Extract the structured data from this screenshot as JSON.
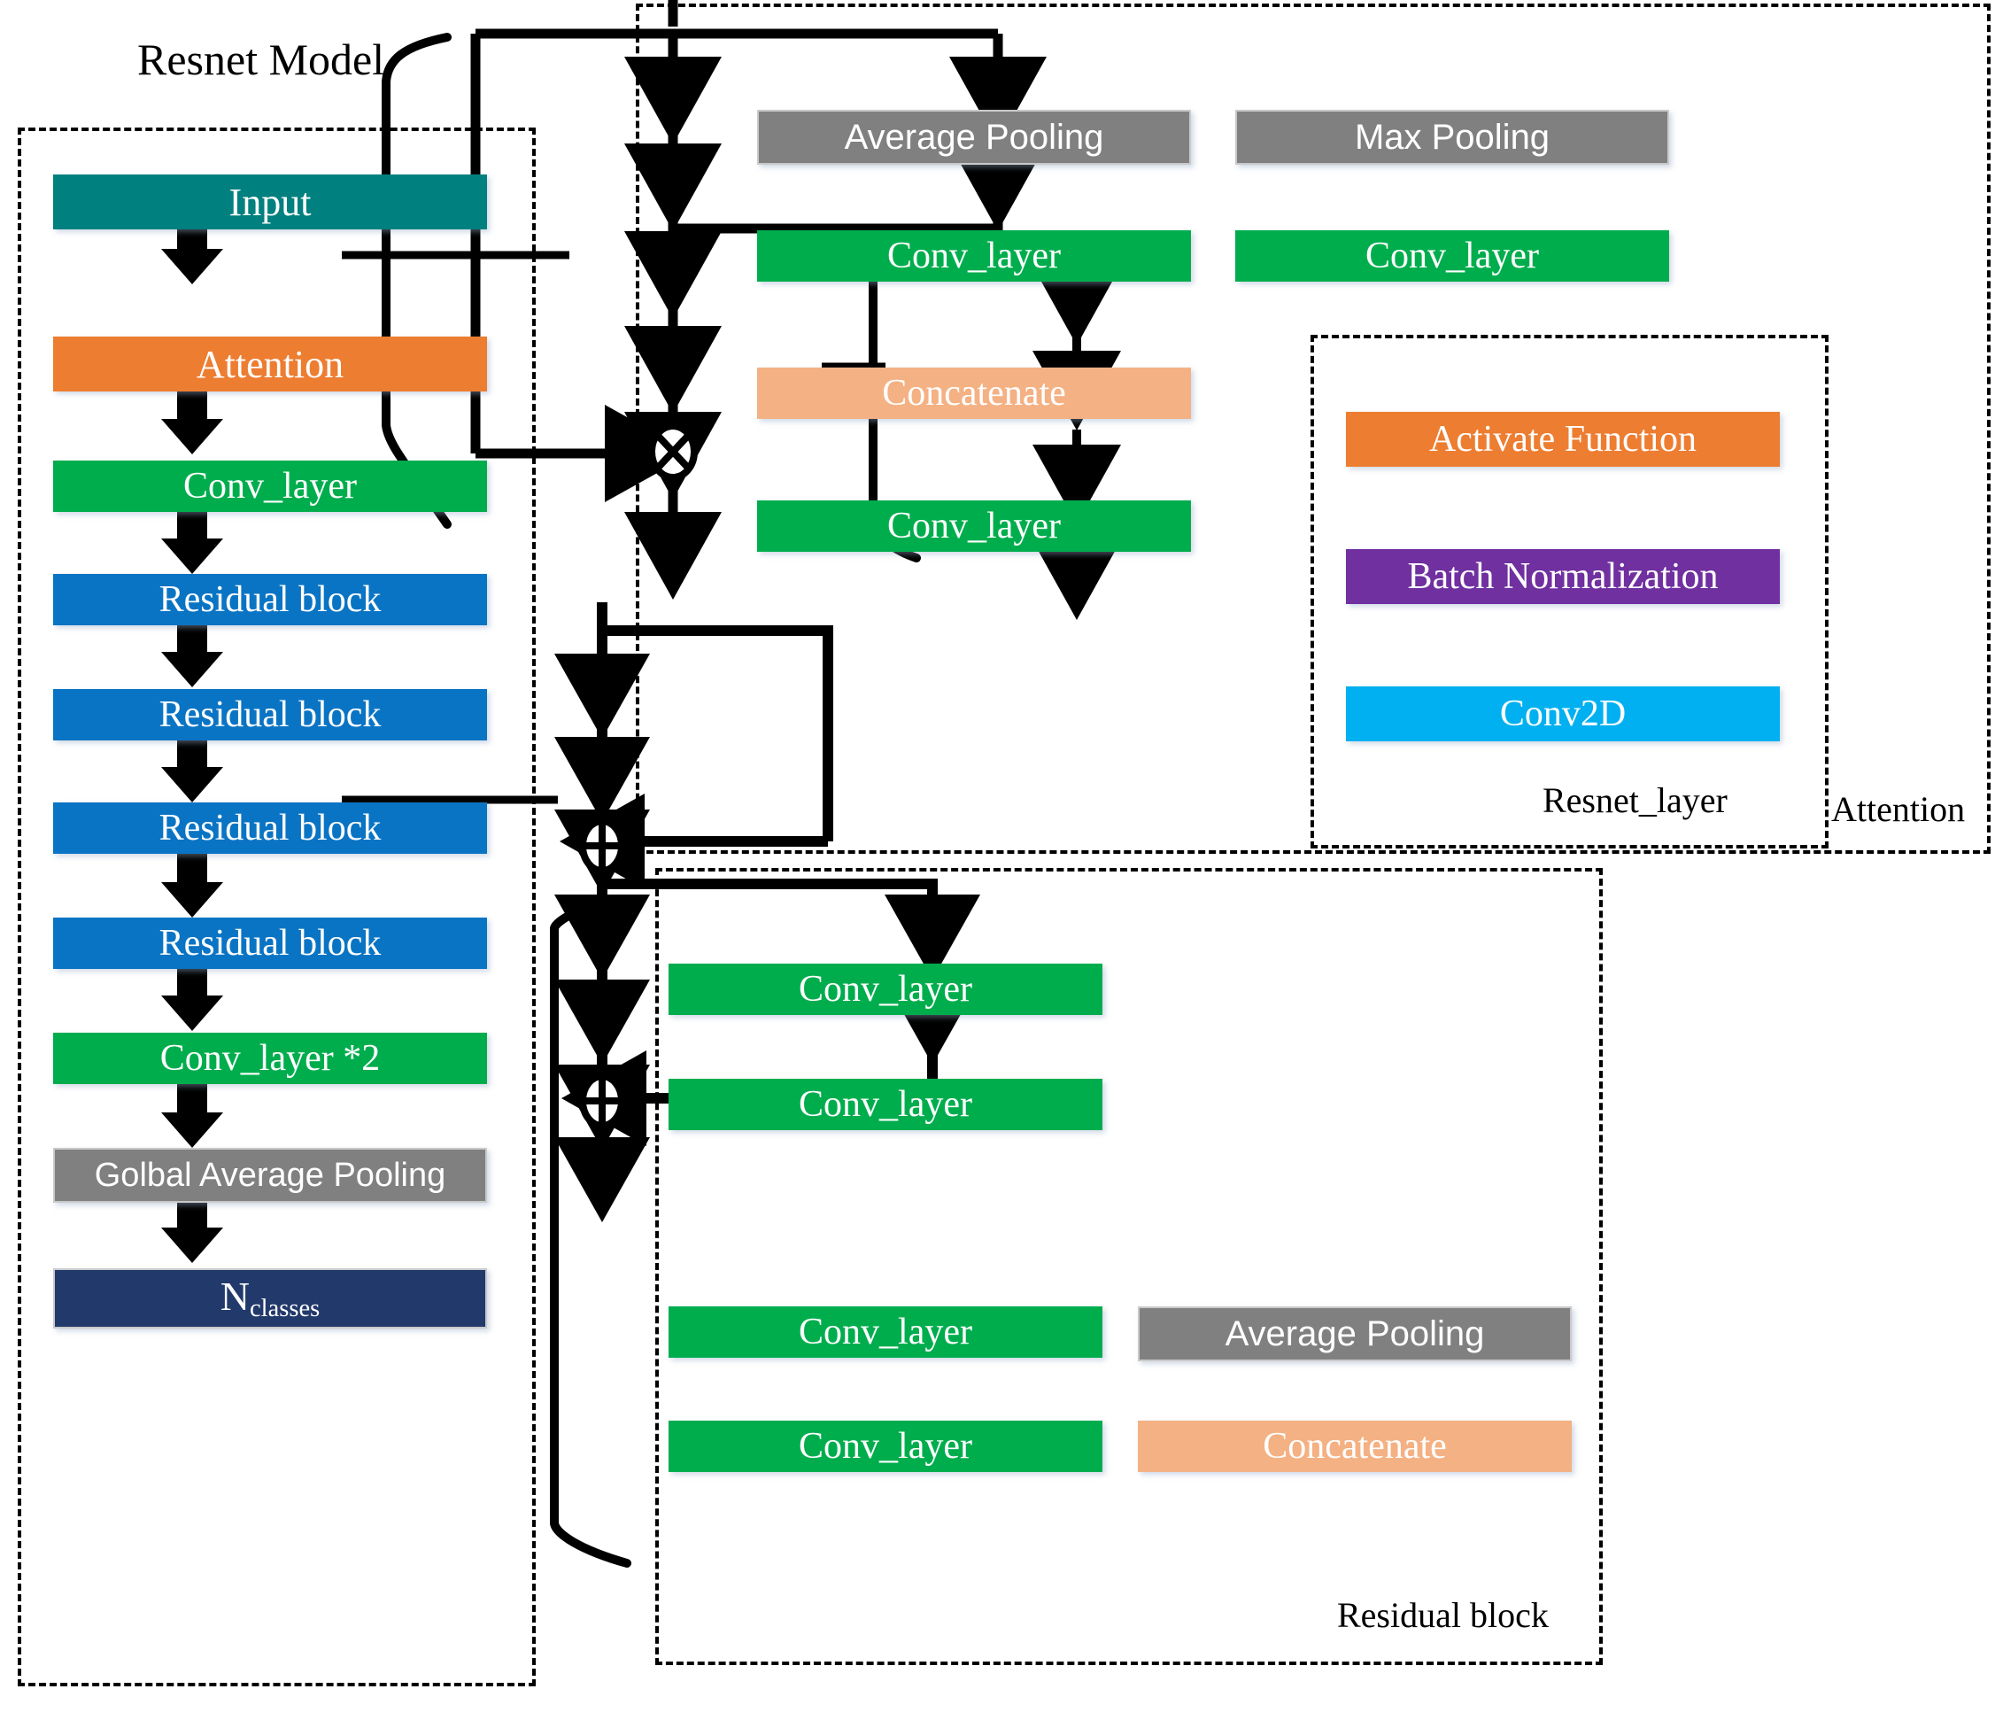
{
  "diagram": {
    "title_left": "Resnet Model",
    "containers": [
      {
        "name": "resnet-model",
        "label": "Resnet Model",
        "label_pos": "top"
      },
      {
        "name": "attention",
        "label": "Attention",
        "label_pos": "bottom-right"
      },
      {
        "name": "resnet-layer",
        "label": "Resnet_layer",
        "label_pos": "bottom-right"
      },
      {
        "name": "residual-block",
        "label": "Residual block",
        "label_pos": "bottom-right"
      }
    ],
    "resnet_model": {
      "container_label": "Resnet Model",
      "nodes": [
        {
          "id": "input",
          "label": "Input",
          "color": "#00807f",
          "type": "teal"
        },
        {
          "id": "attention",
          "label": "Attention",
          "color": "#ed7d31",
          "type": "orange"
        },
        {
          "id": "conv1",
          "label": "Conv_layer",
          "color": "#00ad4d",
          "type": "green"
        },
        {
          "id": "res1",
          "label": "Residual block",
          "color": "#0a74c4",
          "type": "blue"
        },
        {
          "id": "res2",
          "label": "Residual block",
          "color": "#0a74c4",
          "type": "blue"
        },
        {
          "id": "res3",
          "label": "Residual block",
          "color": "#0a74c4",
          "type": "blue"
        },
        {
          "id": "res4",
          "label": "Residual block",
          "color": "#0a74c4",
          "type": "blue"
        },
        {
          "id": "conv2",
          "label": "Conv_layer *2",
          "color": "#00ad4d",
          "type": "green"
        },
        {
          "id": "gap",
          "label": "Golbal Average Pooling",
          "color": "#808080",
          "type": "gray"
        },
        {
          "id": "nclasses",
          "label_main": "N",
          "label_sub": "classes",
          "color": "#22396b",
          "type": "navy"
        }
      ]
    },
    "attention_module": {
      "container_label": "Attention",
      "nodes": [
        {
          "id": "avgpool",
          "label": "Average Pooling",
          "color": "#808080",
          "type": "gray"
        },
        {
          "id": "maxpool",
          "label": "Max Pooling",
          "color": "#808080",
          "type": "gray"
        },
        {
          "id": "conv_a",
          "label": "Conv_layer",
          "color": "#00ad4d",
          "type": "green"
        },
        {
          "id": "conv_b",
          "label": "Conv_layer",
          "color": "#00ad4d",
          "type": "green"
        },
        {
          "id": "concat",
          "label": "Concatenate",
          "color": "#f4b183",
          "type": "peach"
        },
        {
          "id": "conv_c",
          "label": "Conv_layer",
          "color": "#00ad4d",
          "type": "green"
        }
      ],
      "operators": [
        {
          "id": "multiply",
          "glyph": "⊗",
          "name": "multiply-operator"
        }
      ]
    },
    "resnet_layer_module": {
      "container_label": "Resnet_layer",
      "nodes": [
        {
          "id": "activate",
          "label": "Activate Function",
          "color": "#ed7d31",
          "type": "orange"
        },
        {
          "id": "batchnorm",
          "label": "Batch Normalization",
          "color": "#7030a0",
          "type": "purple"
        },
        {
          "id": "conv2d",
          "label": "Conv2D",
          "color": "#00b0f0",
          "type": "cyan"
        }
      ]
    },
    "residual_block_module": {
      "container_label": "Residual block",
      "nodes": [
        {
          "id": "rb_conv1",
          "label": "Conv_layer",
          "color": "#00ad4d",
          "type": "green"
        },
        {
          "id": "rb_conv2",
          "label": "Conv_layer",
          "color": "#00ad4d",
          "type": "green"
        },
        {
          "id": "rb_conv3",
          "label": "Conv_layer",
          "color": "#00ad4d",
          "type": "green"
        },
        {
          "id": "rb_conv4",
          "label": "Conv_layer",
          "color": "#00ad4d",
          "type": "green"
        },
        {
          "id": "rb_avgpool",
          "label": "Average Pooling",
          "color": "#808080",
          "type": "gray"
        },
        {
          "id": "rb_concat",
          "label": "Concatenate",
          "color": "#f4b183",
          "type": "peach"
        }
      ],
      "operators": [
        {
          "id": "add1",
          "glyph": "⊕",
          "name": "add-operator"
        },
        {
          "id": "add2",
          "glyph": "⊕",
          "name": "add-operator"
        }
      ]
    },
    "colors": {
      "teal": "#00807f",
      "orange": "#ed7d31",
      "green": "#00ad4d",
      "blue": "#0a74c4",
      "gray": "#808080",
      "peach": "#f4b183",
      "navy": "#22396b",
      "purple": "#7030a0",
      "cyan": "#00b0f0",
      "wire": "#000000"
    }
  }
}
